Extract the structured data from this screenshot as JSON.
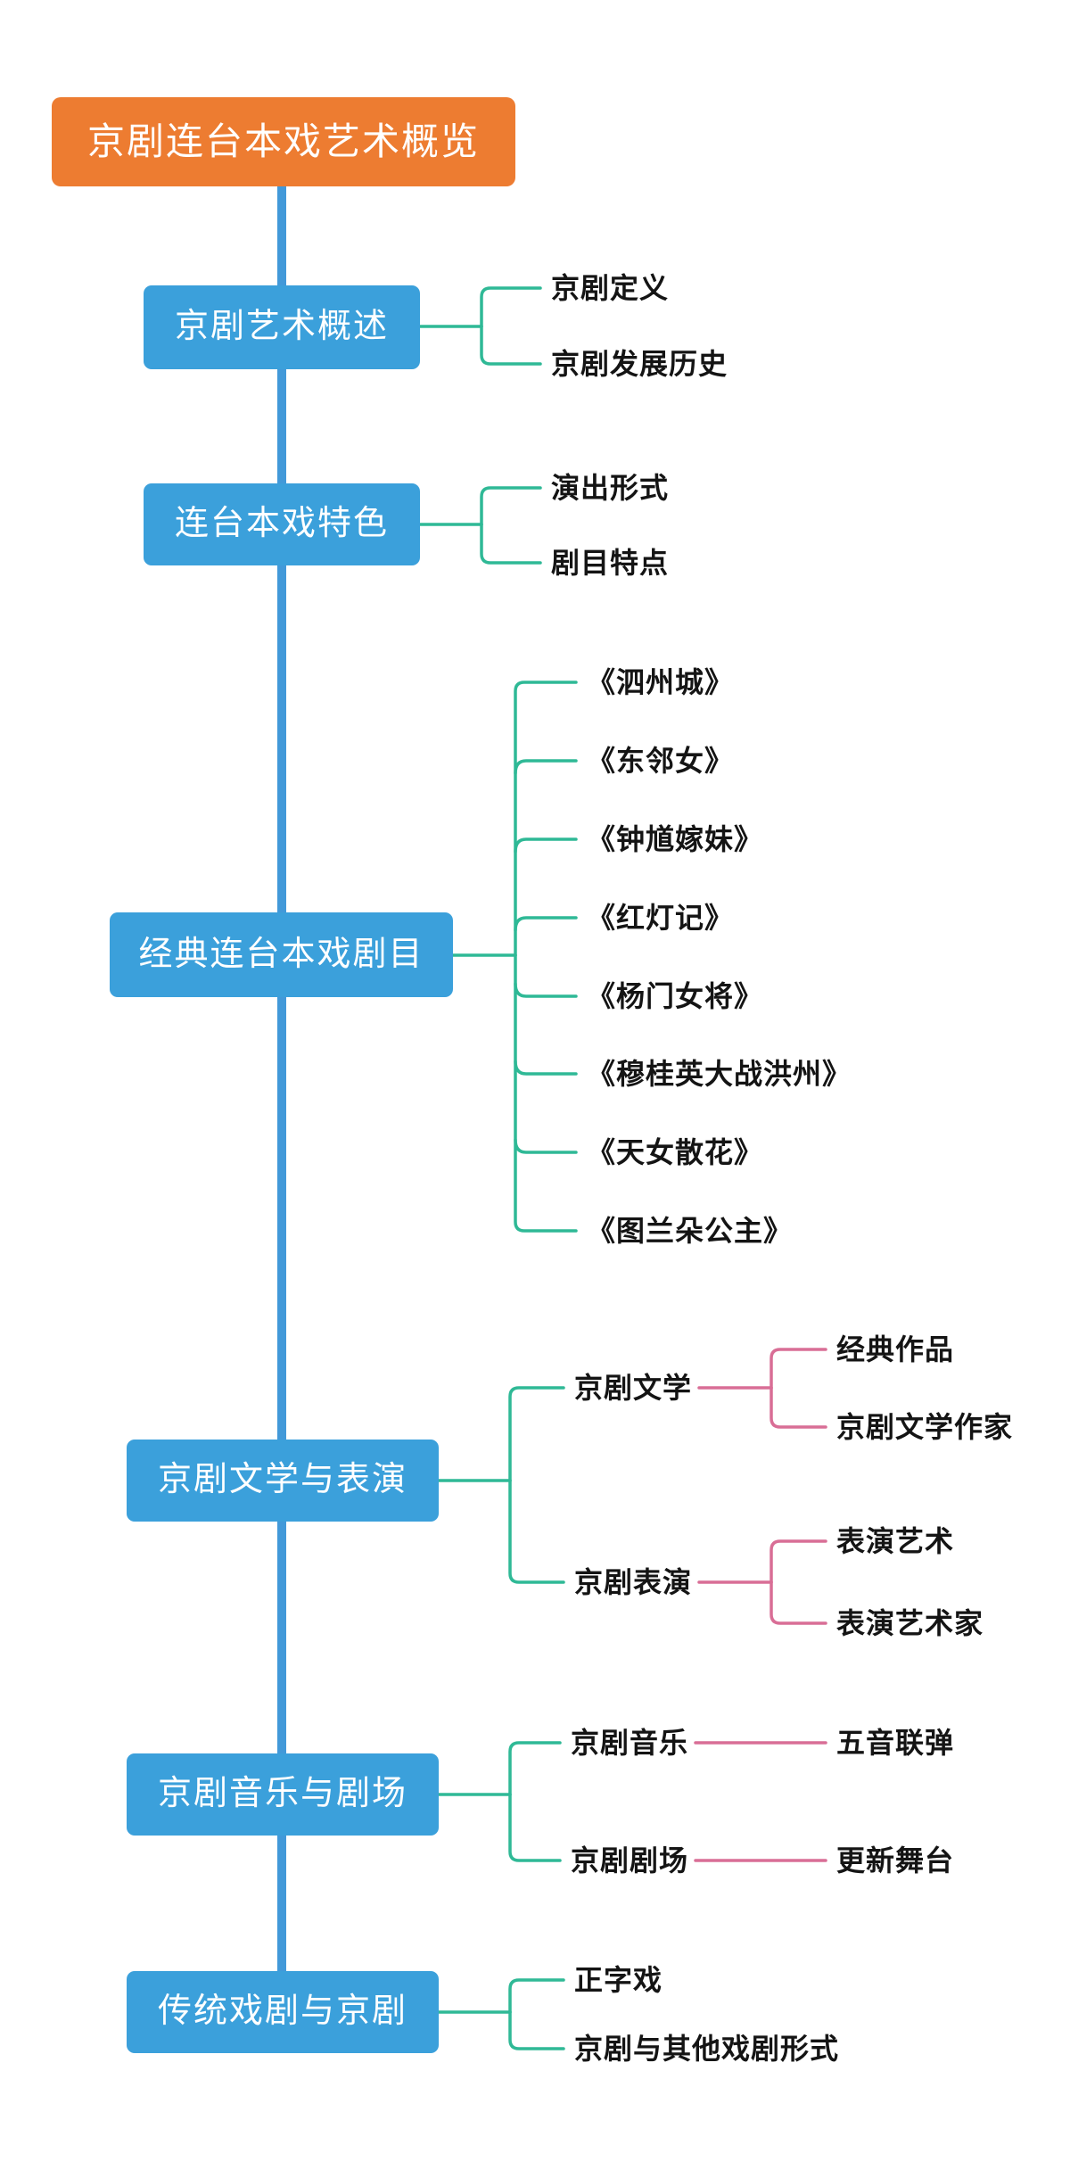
{
  "title": "京剧连台本戏艺术概览",
  "colors": {
    "root": "#ED7C31",
    "node": "#3BA0DB",
    "trunk": "#4299D9",
    "branch_teal": "#2FB996",
    "branch_pink": "#D96E96",
    "text": "#141414"
  },
  "root": {
    "label": "京剧连台本戏艺术概览"
  },
  "sections": [
    {
      "label": "京剧艺术概述",
      "leaves": [
        "京剧定义",
        "京剧发展历史"
      ]
    },
    {
      "label": "连台本戏特色",
      "leaves": [
        "演出形式",
        "剧目特点"
      ]
    },
    {
      "label": "经典连台本戏剧目",
      "leaves": [
        "《泗州城》",
        "《东邻女》",
        "《钟馗嫁妹》",
        "《红灯记》",
        "《杨门女将》",
        "《穆桂英大战洪州》",
        "《天女散花》",
        "《图兰朵公主》"
      ]
    },
    {
      "label": "京剧文学与表演",
      "children": [
        {
          "label": "京剧文学",
          "leaves": [
            "经典作品",
            "京剧文学作家"
          ]
        },
        {
          "label": "京剧表演",
          "leaves": [
            "表演艺术",
            "表演艺术家"
          ]
        }
      ]
    },
    {
      "label": "京剧音乐与剧场",
      "children": [
        {
          "label": "京剧音乐",
          "leaves": [
            "五音联弹"
          ]
        },
        {
          "label": "京剧剧场",
          "leaves": [
            "更新舞台"
          ]
        }
      ]
    },
    {
      "label": "传统戏剧与京剧",
      "leaves": [
        "正字戏",
        "京剧与其他戏剧形式"
      ]
    }
  ]
}
